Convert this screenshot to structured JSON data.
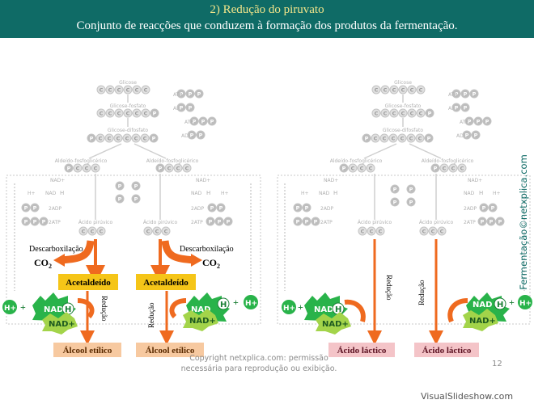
{
  "header": {
    "title": "2) Redução do piruvato",
    "subtitle": "Conjunto de reacções que conduzem à formação dos produtos da fermentação."
  },
  "side_label": "Fermentação©netxplica.com",
  "footer": {
    "copyright_line1": "Copyright netxplica.com: permissão",
    "copyright_line2": "necessária para reprodução ou exibição.",
    "page_number": "12",
    "watermark": "VisualSlideshow.com"
  },
  "pathway": {
    "glicose": "Glicose",
    "glicose_fosfato": "Glicose-fosfato",
    "glicose_difosfato": "Glicose-difosfato",
    "aldeido": "Aldeído-fosfoglicérico",
    "acido_piruvico": "Ácido pirúvico",
    "atp": "ATP",
    "adp": "ADP",
    "two_adp": "2ADP",
    "two_atp": "2ATP",
    "nad_plus": "NAD+",
    "nadh_n": "NAD",
    "nadh_h": "H",
    "h_plus": "H+",
    "c": "C",
    "p": "P"
  },
  "alcoholic": {
    "descarbox": "Descarboxilação",
    "co2": "CO",
    "co2_sub": "2",
    "acetaldeido": "Acetaldeído",
    "reducao": "Redução",
    "nad": "NAD",
    "h": "H",
    "nad_plus": "NAD+",
    "h_plus": "H+",
    "plus": "+",
    "product": "Álcool etílico"
  },
  "lactic": {
    "reducao": "Redução",
    "nad": "NAD",
    "h": "H",
    "nad_plus": "NAD+",
    "h_plus": "H+",
    "plus": "+",
    "product": "Ácido láctico"
  },
  "colors": {
    "header_bg": "#0f6b66",
    "title_yellow": "#f2e58a",
    "acetaldeido_box": "#f5c518",
    "product_alcohol": "#f7c9a0",
    "product_lactic": "#f4c4c8",
    "arrow_orange": "#ef6a1f",
    "nad_green": "#29b34a",
    "nad_plus_green": "#a3d44a",
    "faded_gray": "#c8c8c8"
  }
}
